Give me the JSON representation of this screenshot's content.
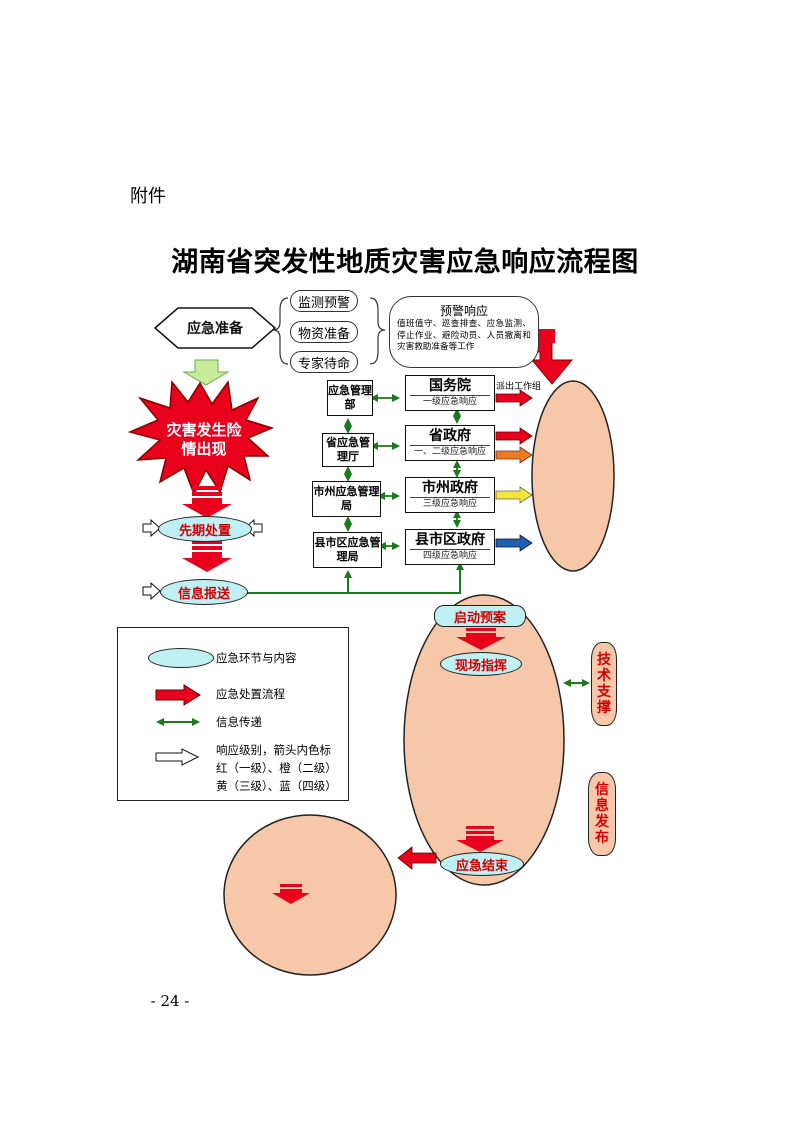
{
  "attachment_label": "附件",
  "title": "湖南省突发性地质灾害应急响应流程图",
  "preparation": {
    "label": "应急准备",
    "items": [
      "监测预警",
      "物资准备",
      "专家待命"
    ]
  },
  "warning_response": {
    "title": "预警响应",
    "body": "值班值守、巡查排查、应急监测、停止作业、避险动员、人员撤离和灾害救助准备等工作"
  },
  "disaster_starburst": "灾害发生险情出现",
  "steps": {
    "initial_handling": "先期处置",
    "info_report": "信息报送",
    "start_plan": "启动预案",
    "site_command": "现场指挥",
    "response_end": "应急结束"
  },
  "agencies": [
    {
      "label": "应急管理部",
      "government": "国务院",
      "level": "一级应急响应"
    },
    {
      "label": "省应急管理厅",
      "government": "省政府",
      "level": "一、二级应急响应"
    },
    {
      "label": "市州应急管理局",
      "government": "市州政府",
      "level": "三级应急响应"
    },
    {
      "label": "县市区应急管理局",
      "government": "县市区政府",
      "level": "四级应急响应"
    }
  ],
  "dispatch_label": "派出工作组",
  "side_pills": {
    "tech_support": "技术支撑",
    "info_release": "信息发布"
  },
  "legend": {
    "items": [
      "应急环节与内容",
      "应急处置流程",
      "信息传递",
      "响应级别，箭头内色标",
      "红（一级）、橙（二级）",
      "黄（三级）、蓝（四级）"
    ]
  },
  "level_colors": {
    "level1": "#e8001c",
    "level2": "#f07a20",
    "level3": "#f5e53a",
    "level4": "#1f5fb0"
  },
  "page_number": "- 24 -"
}
